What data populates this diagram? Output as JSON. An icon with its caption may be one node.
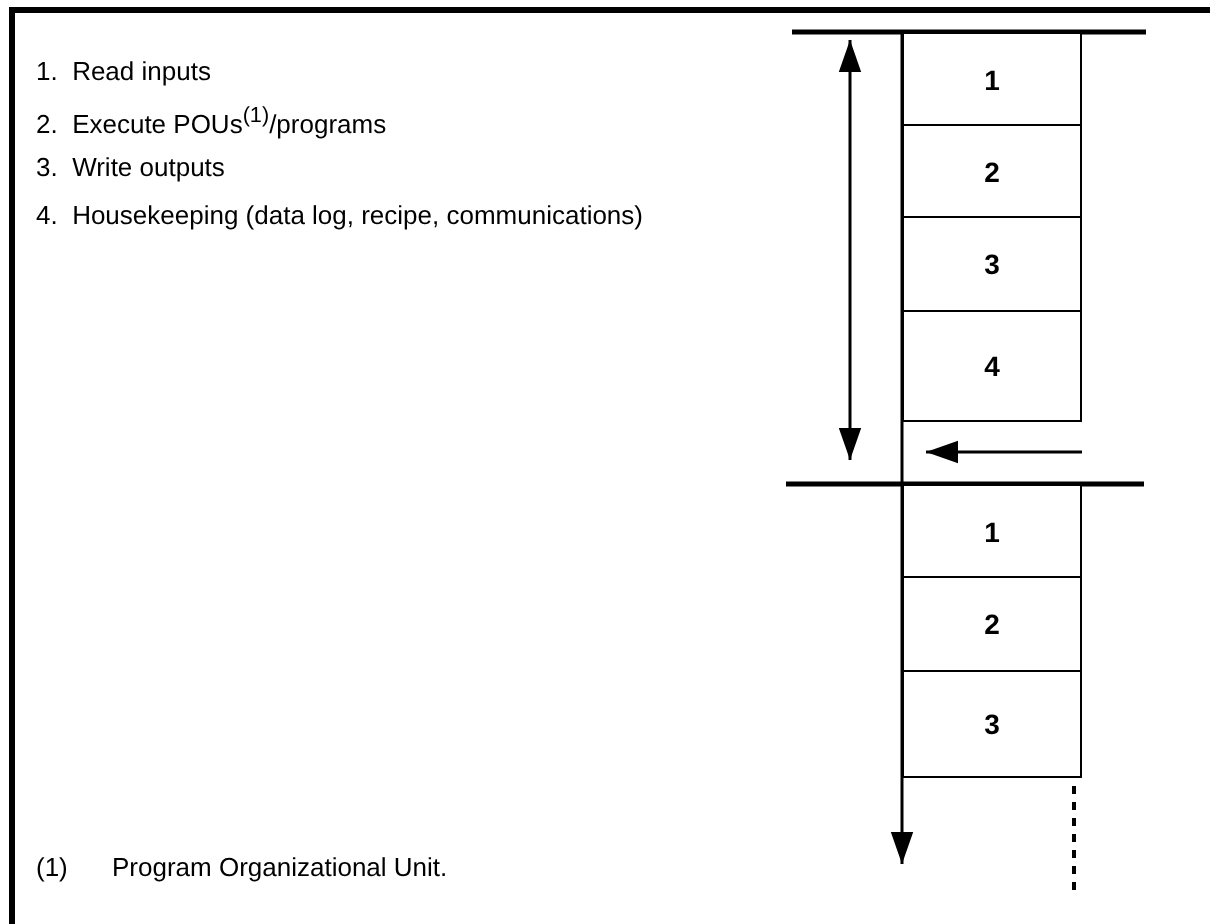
{
  "diagram": {
    "nodes": [
      {
        "text": [
          "1"
        ]
      },
      {
        "text": [
          "2"
        ]
      },
      {
        "text": [
          "3"
        ]
      },
      {
        "text": [
          "4"
        ]
      },
      {
        "text": [
          "1"
        ]
      },
      {
        "text": [
          "2"
        ]
      },
      {
        "text": [
          "3"
        ]
      }
    ],
    "labels": [
      "1.  Read inputs",
      "2.  Execute POUs$^{(1)}$/programs",
      "3.  Write outputs",
      "4.  Housekeeping (data log, recipe, communications)",
      "(1)",
      "Program Organizational Unit."
    ]
  }
}
